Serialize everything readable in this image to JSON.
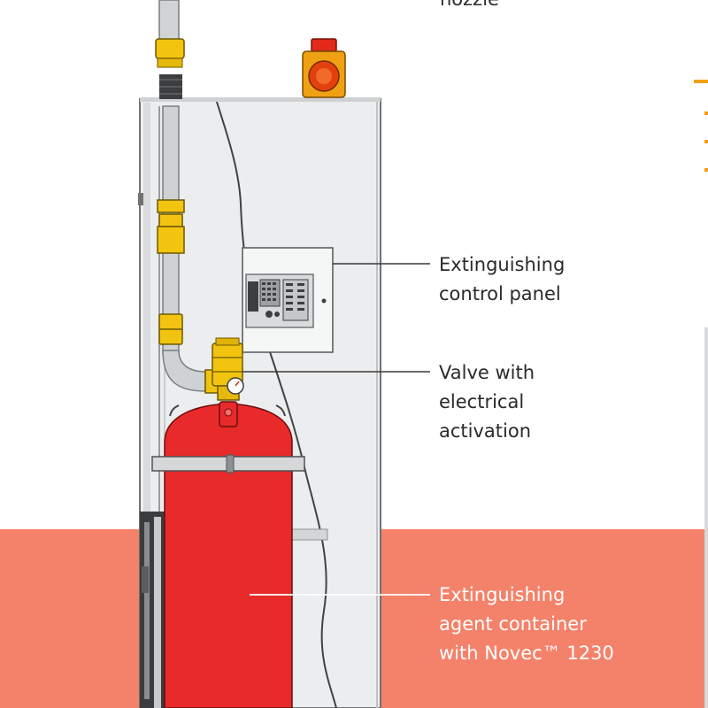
{
  "colors": {
    "background": "#ffffff",
    "floor_band": "#f4826a",
    "cabinet": "#e9eaea",
    "container_red": "#e82a2b",
    "pipe_grey": "#c8cbcc",
    "fitting_yellow": "#f2c40f",
    "beacon_orange": "#f0a013",
    "beacon_red": "#e22a1a",
    "label_dark": "#2a2a2a",
    "label_light": "#ffffff",
    "side_marks": "#f0a013"
  },
  "labels": {
    "nozzle_partial": "nozzle",
    "control_panel": [
      "Extinguishing",
      "control panel"
    ],
    "valve": [
      "Valve with",
      "electrical",
      "activation"
    ],
    "container": [
      "Extinguishing",
      "agent container",
      "with Novec™ 1230"
    ]
  },
  "icons": {
    "beacon": "warning-beacon-icon",
    "gauge": "pressure-gauge-icon",
    "panel": "control-panel-icon"
  }
}
